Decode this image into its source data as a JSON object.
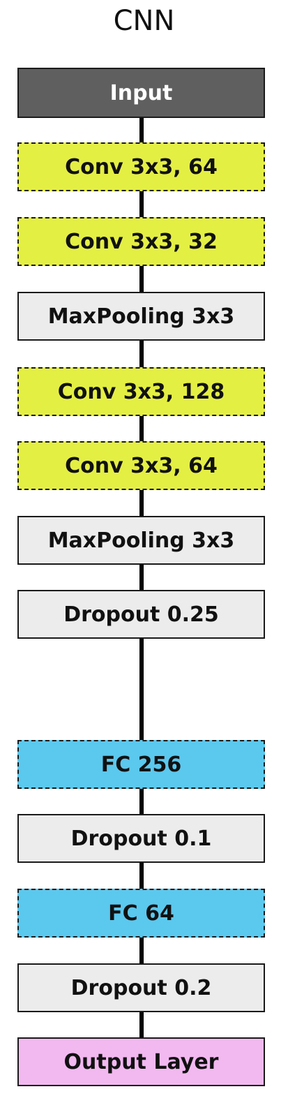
{
  "title": "CNN",
  "layers": [
    {
      "label": "Input",
      "kind": "input"
    },
    {
      "label": "Conv 3x3, 64",
      "kind": "conv"
    },
    {
      "label": "Conv 3x3, 32",
      "kind": "conv"
    },
    {
      "label": "MaxPooling 3x3",
      "kind": "pool"
    },
    {
      "label": "Conv 3x3, 128",
      "kind": "conv"
    },
    {
      "label": "Conv 3x3, 64",
      "kind": "conv"
    },
    {
      "label": "MaxPooling 3x3",
      "kind": "pool"
    },
    {
      "label": "Dropout 0.25",
      "kind": "dropout"
    },
    {
      "label": "FC 256",
      "kind": "fc"
    },
    {
      "label": "Dropout 0.1",
      "kind": "dropout"
    },
    {
      "label": "FC 64",
      "kind": "fc"
    },
    {
      "label": "Dropout 0.2",
      "kind": "dropout"
    },
    {
      "label": "Output Layer",
      "kind": "output"
    }
  ],
  "colors": {
    "input": "#5f5f5f",
    "conv": "#e4ef44",
    "pool": "#ececec",
    "dropout": "#ececec",
    "fc": "#5bc8ee",
    "output": "#f2b8f0",
    "connector": "#000000"
  }
}
